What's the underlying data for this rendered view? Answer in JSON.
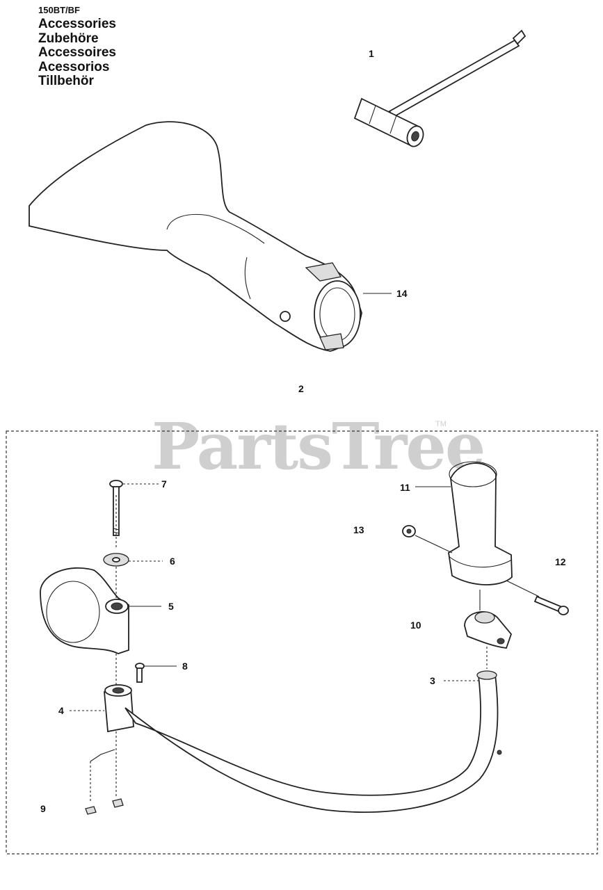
{
  "header": {
    "model": "150BT/BF",
    "titles": [
      "Accessories",
      "Zubehöre",
      "Accessoires",
      "Acessorios",
      "Tillbehör"
    ]
  },
  "watermark": {
    "text": "PartsTree",
    "tm": "TM"
  },
  "callouts": [
    "1",
    "14",
    "2",
    "7",
    "6",
    "5",
    "8",
    "4",
    "9",
    "11",
    "13",
    "12",
    "10",
    "3"
  ]
}
